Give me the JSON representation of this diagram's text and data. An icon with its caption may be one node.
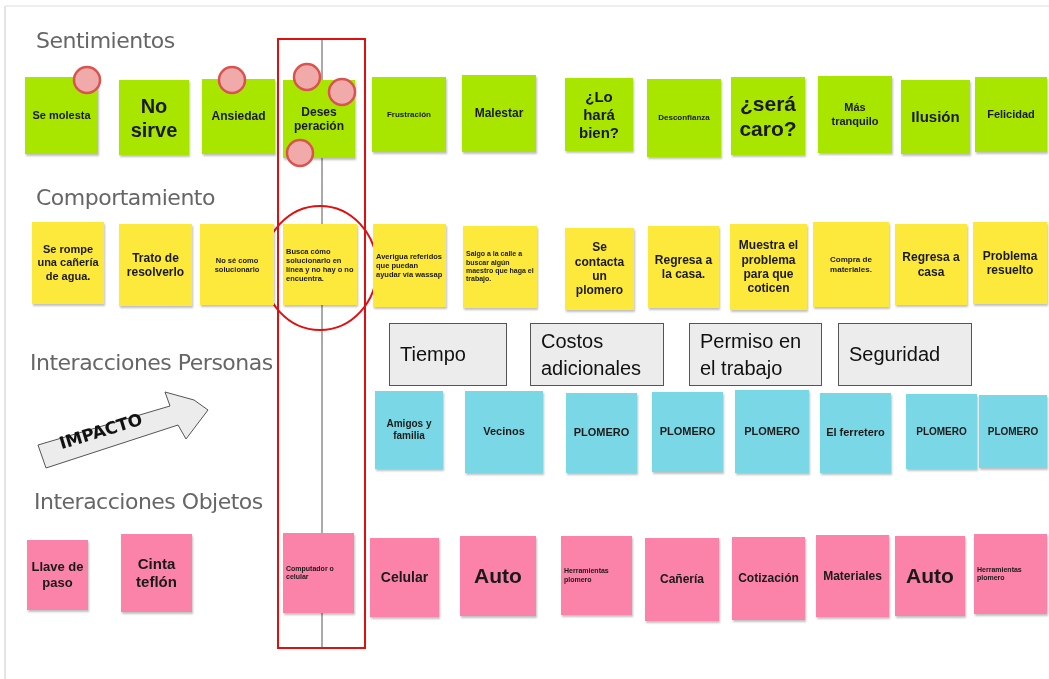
{
  "diagram": {
    "nodes": [
      {
        "text": [
          "Se molesta"
        ]
      },
      {
        "text": [
          "No sirve"
        ]
      },
      {
        "text": [
          "Ansiedad"
        ]
      },
      {
        "text": [
          "Deses peración"
        ]
      },
      {
        "text": [
          "Frustración"
        ]
      },
      {
        "text": [
          "Malestar"
        ]
      },
      {
        "text": [
          "¿Lo hará bien?"
        ]
      },
      {
        "text": [
          "Desconfianza"
        ]
      },
      {
        "text": [
          "¿será caro?"
        ]
      },
      {
        "text": [
          "Más tranquilo"
        ]
      },
      {
        "text": [
          "Ilusión"
        ]
      },
      {
        "text": [
          "Felicidad"
        ]
      },
      {
        "text": [
          "Se rompe una cañería de agua."
        ]
      },
      {
        "text": [
          "Trato de resolverlo"
        ]
      },
      {
        "text": [
          "No sé como solucionarlo"
        ]
      },
      {
        "text": [
          "Busca cómo solucionarlo en línea y no hay o no encuentra."
        ]
      },
      {
        "text": [
          "Averigua referidos que puedan ayudar vía wassap"
        ]
      },
      {
        "text": [
          "Salgo a la calle a buscar algún maestro que haga el trabajo."
        ]
      },
      {
        "text": [
          "Se contacta un plomero"
        ]
      },
      {
        "text": [
          "Regresa a la casa."
        ]
      },
      {
        "text": [
          "Muestra el problema para que coticen"
        ]
      },
      {
        "text": [
          "Compra de materiales."
        ]
      },
      {
        "text": [
          "Regresa a casa"
        ]
      },
      {
        "text": [
          "Problema resuelto"
        ]
      },
      {
        "text": [
          "Tiempo"
        ]
      },
      {
        "text": [
          "Costos adicionales"
        ]
      },
      {
        "text": [
          "Permiso en el trabajo"
        ]
      },
      {
        "text": [
          "Seguridad"
        ]
      },
      {
        "text": [
          "IMPACTO"
        ]
      },
      {
        "text": [
          "Amigos y familia"
        ]
      },
      {
        "text": [
          "Vecinos"
        ]
      },
      {
        "text": [
          "PLOMERO"
        ]
      },
      {
        "text": [
          "PLOMERO"
        ]
      },
      {
        "text": [
          "PLOMERO"
        ]
      },
      {
        "text": [
          "El ferretero"
        ]
      },
      {
        "text": [
          "PLOMERO"
        ]
      },
      {
        "text": [
          "PLOMERO"
        ]
      },
      {
        "text": [
          "Llave de paso"
        ]
      },
      {
        "text": [
          "Cinta teflón"
        ]
      },
      {
        "text": [
          "Computador o celular"
        ]
      },
      {
        "text": [
          "Celular"
        ]
      },
      {
        "text": [
          "Auto"
        ]
      },
      {
        "text": [
          "Herramientas plomero"
        ]
      },
      {
        "text": [
          "Cañería"
        ]
      },
      {
        "text": [
          "Cotización"
        ]
      },
      {
        "text": [
          "Materiales"
        ]
      },
      {
        "text": [
          "Auto"
        ]
      },
      {
        "text": [
          "Herramientas plomero"
        ]
      }
    ],
    "labels": [
      "Sentimientos",
      "Comportamiento",
      "Interacciones Personas",
      "Interacciones Objetos"
    ]
  }
}
